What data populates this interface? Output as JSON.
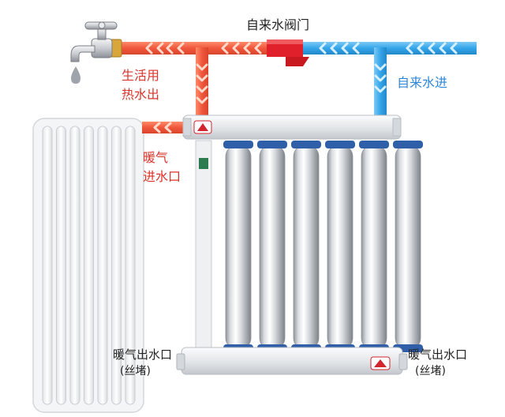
{
  "labels": {
    "valve": "自来水阀门",
    "cold_in": "自来水进",
    "hot_out_line1": "生活用",
    "hot_out_line2": "热水出",
    "heat_in_line1": "暖气",
    "heat_in_line2": "进水口",
    "outlet_left_line1": "暖气出水口",
    "outlet_left_line2": "(丝堵)",
    "outlet_right_line1": "暖气出水口",
    "outlet_right_line2": "(丝堵)"
  },
  "colors": {
    "hot_pipe": "#f0573c",
    "hot_arrow": "#ffd9c9",
    "cold_pipe": "#35a6ea",
    "cold_arrow": "#d6f0ff",
    "valve": "#e0202a",
    "label_red": "#d9342b",
    "label_blue": "#2f86d6",
    "header_metal": "#e9ecef",
    "column_blue": "#2e5fa8"
  },
  "heater": {
    "column_count": 6
  },
  "radiator": {
    "fin_count": 7
  },
  "icons": {
    "faucet": "faucet-icon",
    "valve": "valve-icon",
    "water_drop": "water-drop-icon",
    "brand_logo": "brand-logo-icon"
  }
}
